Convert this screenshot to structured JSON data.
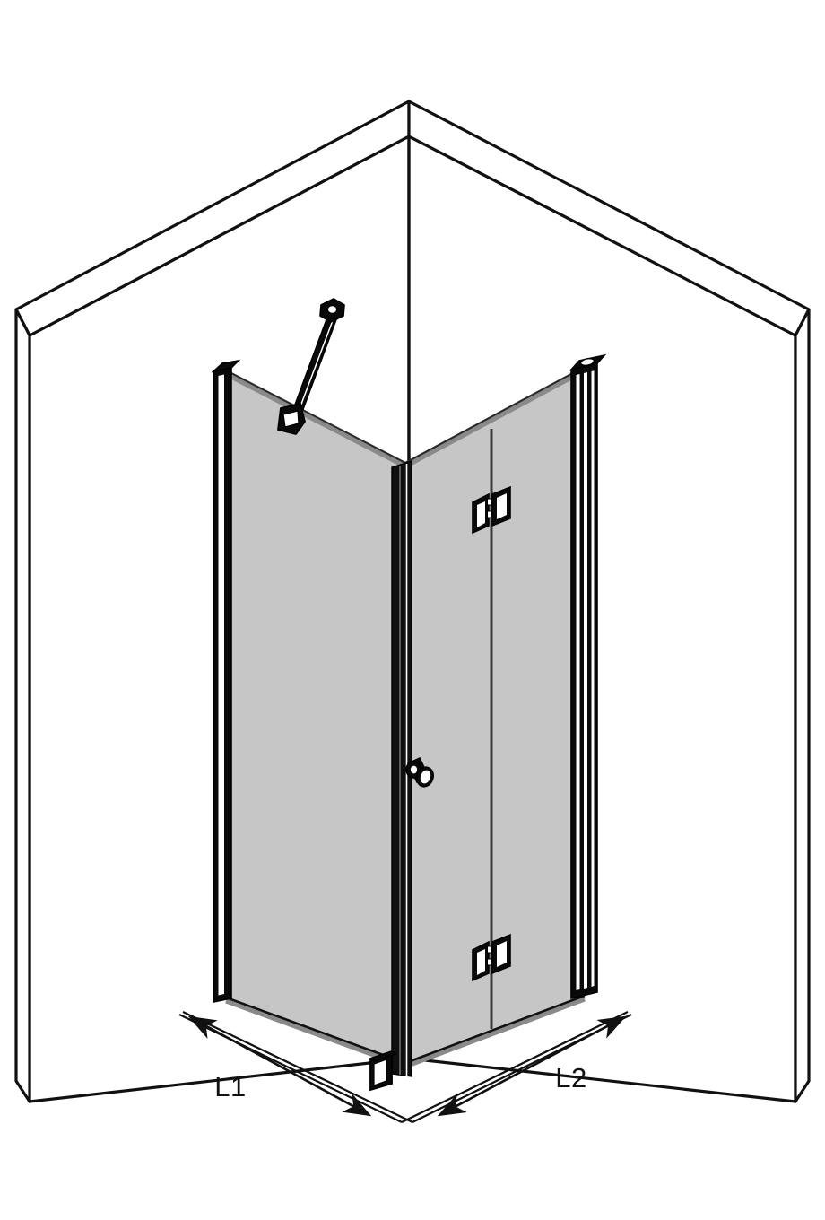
{
  "drawing": {
    "title": "Corner shower enclosure with bi-fold door",
    "type": "isometric-technical-line-drawing",
    "background_color": "#FFFFFF",
    "line_color": "#111111",
    "glass_fill_color": "#C6C6C6",
    "glass_edge_shadow_color": "#8A8A8A",
    "hardware_color": "#000000",
    "hardware_highlight_color": "#FFFFFF"
  },
  "dimensions": {
    "left": {
      "label": "L1",
      "name": "dimension-l1",
      "arrow_style": "double-headed",
      "describes": "width of left side panel along floor"
    },
    "right": {
      "label": "L2",
      "name": "dimension-l2",
      "arrow_style": "double-headed",
      "describes": "width of right side panel along floor"
    }
  },
  "structure": {
    "walls": {
      "label": "corner-walls",
      "count": 2,
      "description": "Two wall slabs meeting at an inside corner, drawn in outline with visible top faces and end thicknesses"
    },
    "panels": [
      {
        "name": "left-glass-panel",
        "side": "left",
        "fixed": true,
        "fill": "#C6C6C6"
      },
      {
        "name": "right-glass-panel-fixed",
        "side": "right",
        "fixed": true,
        "fill": "#C6C6C6"
      },
      {
        "name": "right-glass-panel-door",
        "side": "right",
        "fixed": false,
        "fill": "#C6C6C6"
      }
    ],
    "profiles": [
      {
        "name": "left-wall-profile",
        "description": "Black vertical U-channel mounted to left wall"
      },
      {
        "name": "corner-post-profile",
        "description": "Black vertical corner post at the inside corner"
      },
      {
        "name": "right-wall-profile",
        "description": "Black vertical multi-groove channel mounted to right wall"
      }
    ],
    "hardware": [
      {
        "name": "stabilizer-bar",
        "description": "Diagonal support bar from top of left panel to wall",
        "position": "top-left"
      },
      {
        "name": "glass-clamp-bracket",
        "description": "Clamp fixing stabilizer bar to glass top edge",
        "position": "top-left-panel-edge"
      },
      {
        "name": "hinge-upper",
        "description": "Upper bi-fold hinge on right panel seam",
        "position": "upper-right-seam"
      },
      {
        "name": "hinge-lower",
        "description": "Lower bi-fold hinge on right panel seam",
        "position": "lower-right-seam"
      },
      {
        "name": "door-knob-handle",
        "description": "Round knob handle on corner post",
        "position": "mid-corner-post"
      },
      {
        "name": "floor-stopper-bracket",
        "description": "Floor stop bracket at base of corner post",
        "position": "bottom-corner-post"
      }
    ]
  }
}
